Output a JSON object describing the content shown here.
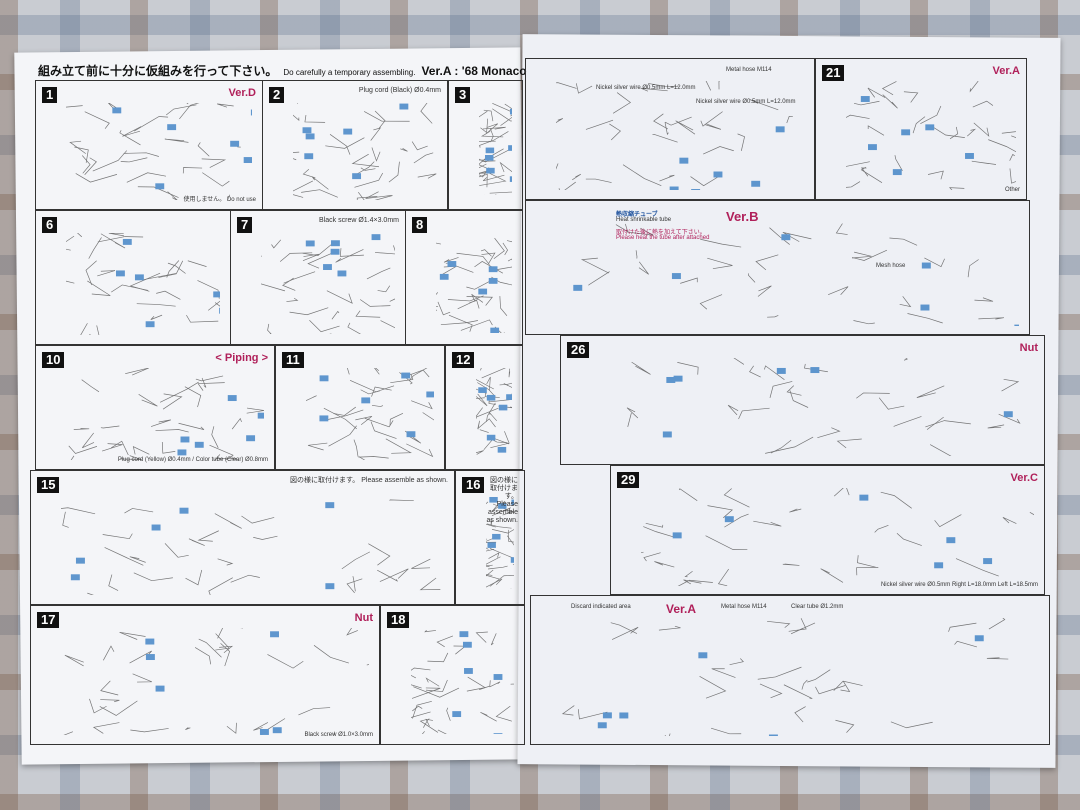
{
  "header": {
    "jp": "組み立て前に十分に仮組みを行って下さい。",
    "en": "Do carefully a temporary assembling.",
    "version": "Ver.A : '68 Monaco"
  },
  "steps": [
    {
      "n": "1",
      "note": "Ver.D",
      "sub": "使用しません。 Do not use"
    },
    {
      "n": "2",
      "note": "Plug cord (Black) Ø0.4mm"
    },
    {
      "n": "3"
    },
    {
      "n": "21",
      "note": "Ver.A",
      "sub": "Other"
    },
    {
      "n": "6"
    },
    {
      "n": "7",
      "note": "Black screw Ø1.4×3.0mm"
    },
    {
      "n": "8"
    },
    {
      "n": "10",
      "note": "< Piping >",
      "sub": "Plug cord (Yellow) Ø0.4mm / Color tube (Clear) Ø0.8mm"
    },
    {
      "n": "11"
    },
    {
      "n": "12"
    },
    {
      "n": "26",
      "note": "Nut"
    },
    {
      "n": "15",
      "note": "図の様に取付けます。 Please assemble as shown."
    },
    {
      "n": "16",
      "note": "図の様に取付けます。 Please assemble as shown."
    },
    {
      "n": "29",
      "note": "Ver.C",
      "sub": "Nickel silver wire Ø0.5mm  Right L=18.0mm  Left L=18.5mm"
    },
    {
      "n": "17",
      "note": "Nut",
      "sub": "Black screw Ø1.0×3.0mm"
    },
    {
      "n": "18"
    }
  ],
  "verB": {
    "label": "Ver.B",
    "tube_jp": "熱収縮チューブ",
    "tube_en": "Heat shrinkable tube",
    "note_jp": "取付けた後に熱を加えて下さい。",
    "note_en": "Please heat the tube after attached",
    "mesh": "Mesh hose"
  },
  "bottom_right": {
    "label": "Ver.A",
    "discard": "Discard indicated area",
    "metal_hose": "Metal hose M114",
    "clear_tube": "Clear tube Ø1.2mm"
  },
  "top_right": {
    "wire1": "Nickel silver wire Ø0.5mm L=12.0mm",
    "wire2": "Nickel silver wire Ø0.5mm L=12.0mm",
    "hose": "Metal hose M114"
  },
  "colors": {
    "accent": "#b0205a",
    "paper": "#f4f5f8",
    "panel_border": "#333333",
    "part_blue": "#3a7fc4"
  }
}
